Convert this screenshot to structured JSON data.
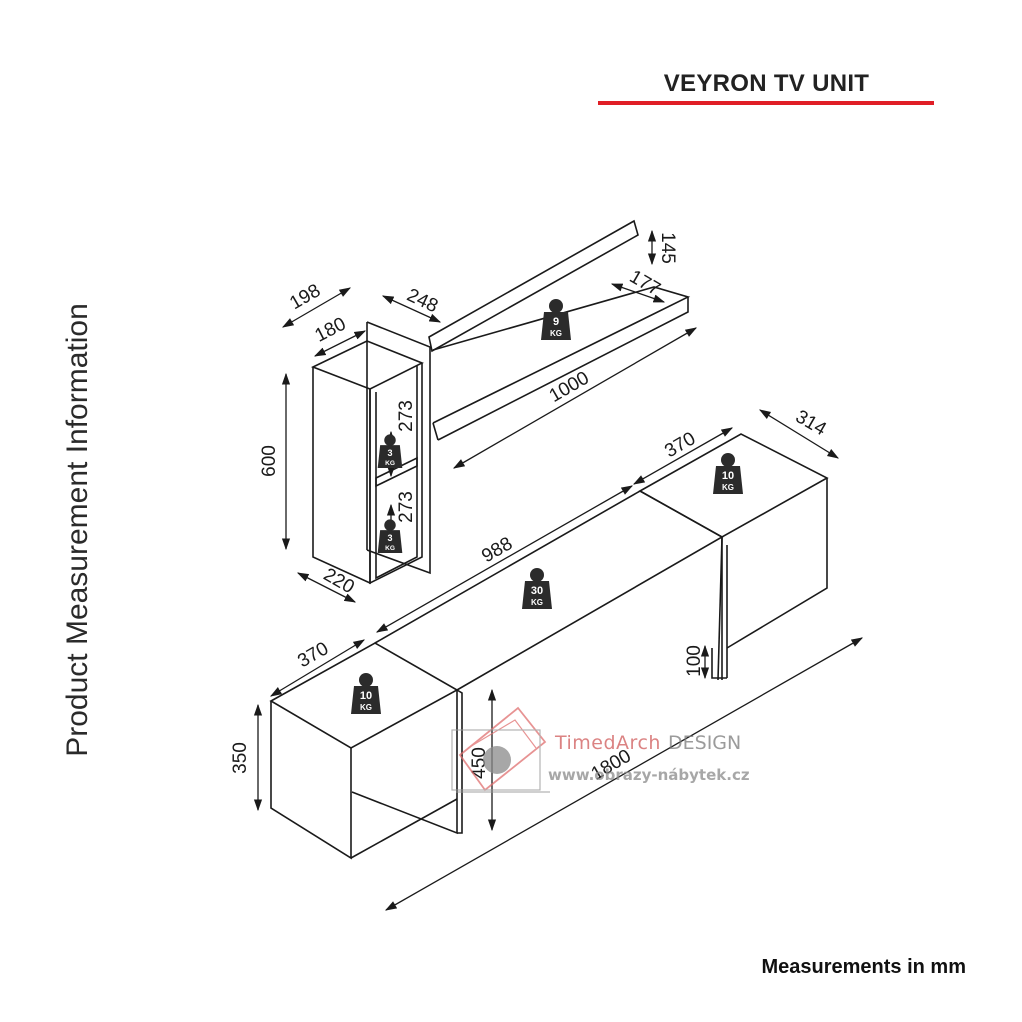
{
  "title": "VEYRON TV UNIT",
  "side_label": "Product Measurement Information",
  "footer": "Measurements in mm",
  "dimensions": {
    "shelf_height": "145",
    "shelf_depth": "177",
    "shelf_length": "1000",
    "shelf_offset": "248",
    "cabinet_top_width": "198",
    "cabinet_inner_width": "180",
    "cabinet_height": "600",
    "cabinet_upper_space": "273",
    "cabinet_lower_space": "273",
    "cabinet_depth": "220",
    "right_box_width": "370",
    "unit_depth": "314",
    "middle_length": "988",
    "left_box_width": "370",
    "left_box_height": "350",
    "leg_height": "100",
    "center_height": "450",
    "total_length": "1800"
  },
  "weights": {
    "shelf": {
      "value": "9",
      "unit": "KG"
    },
    "cabinet_upper": {
      "value": "3",
      "unit": "KG"
    },
    "cabinet_lower": {
      "value": "3",
      "unit": "KG"
    },
    "right_box": {
      "value": "10",
      "unit": "KG"
    },
    "middle_top": {
      "value": "30",
      "unit": "KG"
    },
    "left_box": {
      "value": "10",
      "unit": "KG"
    }
  },
  "watermark": {
    "brand_a": "TimedArch",
    "brand_b": "DESIGN",
    "url": "www.obrazy-nábytek.cz"
  },
  "colors": {
    "accent_red": "#e01e26",
    "line": "#1a1a1a",
    "weight_icon": "#2b2b2b"
  }
}
